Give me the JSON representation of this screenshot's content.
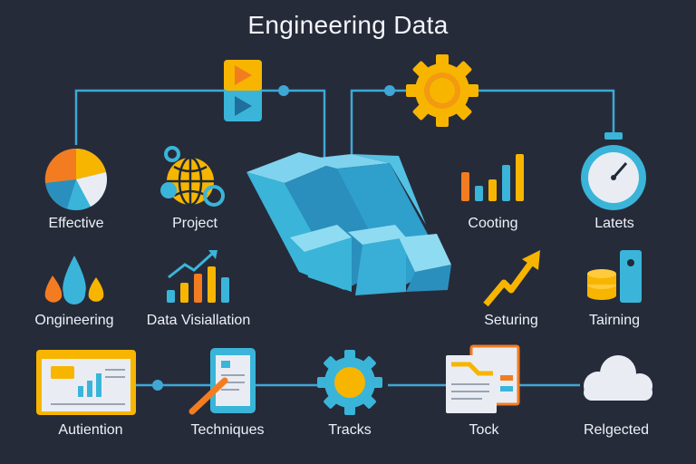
{
  "title": "Engineering Data",
  "labels": {
    "effective": "Effective",
    "project": "Project",
    "cooting": "Cooting",
    "latets": "Latets",
    "ongineering": "Ongineering",
    "data_visuallation": "Data Visiallation",
    "seturing": "Seturing",
    "tairning": "Tairning",
    "autiention": "Autiention",
    "techniques": "Techniques",
    "tracks": "Tracks",
    "tock": "Tock",
    "relgected": "Relgected"
  },
  "colors": {
    "background": "#262b3a",
    "connector": "#3fa7d6",
    "orange": "#f47c20",
    "yellow": "#f7b500",
    "blue": "#3ab5d9",
    "light": "#e9edf3"
  },
  "icons": {
    "effective": "pie-chart-icon",
    "project": "globe-icon",
    "media": "play-media-icon",
    "hub": "stacked-blocks-icon",
    "gear_top": "gear-icon",
    "cooting": "bar-chart-icon",
    "latets": "stopwatch-icon",
    "ongineering": "drops-icon",
    "data_visuallation": "trend-bars-icon",
    "seturing": "trend-arrow-icon",
    "tairning": "database-icon",
    "autiention": "browser-chart-icon",
    "techniques": "tablet-pen-icon",
    "tracks": "gear-icon",
    "tock": "documents-icon",
    "relgected": "cloud-icon"
  }
}
